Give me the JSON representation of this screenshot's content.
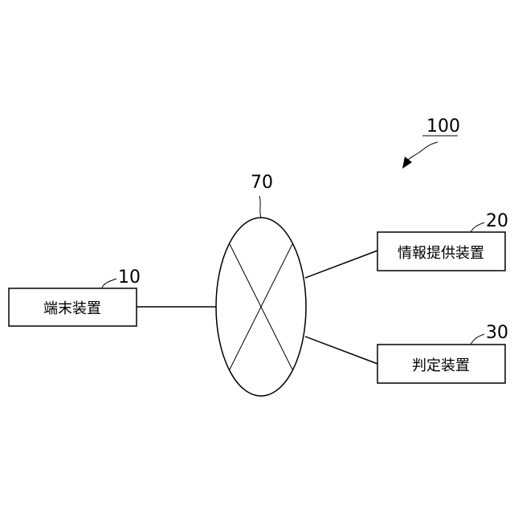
{
  "system": {
    "ref": "100"
  },
  "network": {
    "ref": "70"
  },
  "devices": {
    "terminal": {
      "ref": "10",
      "label": "端末装置"
    },
    "info_provider": {
      "ref": "20",
      "label": "情報提供装置"
    },
    "judgment": {
      "ref": "30",
      "label": "判定装置"
    }
  }
}
